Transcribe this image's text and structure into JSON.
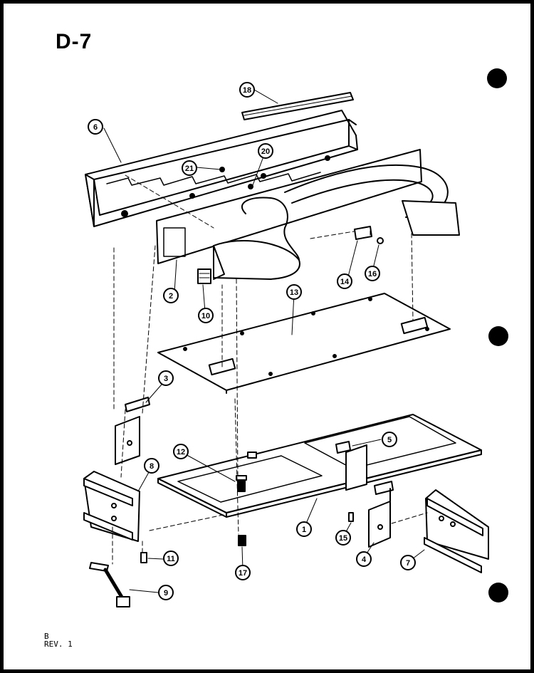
{
  "page": {
    "title": "D-7",
    "rev_mark": "B",
    "rev_text": "REV. 1"
  },
  "callouts": [
    {
      "id": "c1",
      "label": "1"
    },
    {
      "id": "c2",
      "label": "2"
    },
    {
      "id": "c3",
      "label": "3"
    },
    {
      "id": "c4",
      "label": "4"
    },
    {
      "id": "c5",
      "label": "5"
    },
    {
      "id": "c6",
      "label": "6"
    },
    {
      "id": "c7",
      "label": "7"
    },
    {
      "id": "c8",
      "label": "8"
    },
    {
      "id": "c9",
      "label": "9"
    },
    {
      "id": "c10",
      "label": "10"
    },
    {
      "id": "c11",
      "label": "11"
    },
    {
      "id": "c12",
      "label": "12"
    },
    {
      "id": "c13",
      "label": "13"
    },
    {
      "id": "c14",
      "label": "14"
    },
    {
      "id": "c15",
      "label": "15"
    },
    {
      "id": "c16",
      "label": "16"
    },
    {
      "id": "c17",
      "label": "17"
    },
    {
      "id": "c18",
      "label": "18"
    },
    {
      "id": "c20",
      "label": "20"
    },
    {
      "id": "c21",
      "label": "21"
    }
  ],
  "colors": {
    "ink": "#000000",
    "paper": "#ffffff"
  }
}
